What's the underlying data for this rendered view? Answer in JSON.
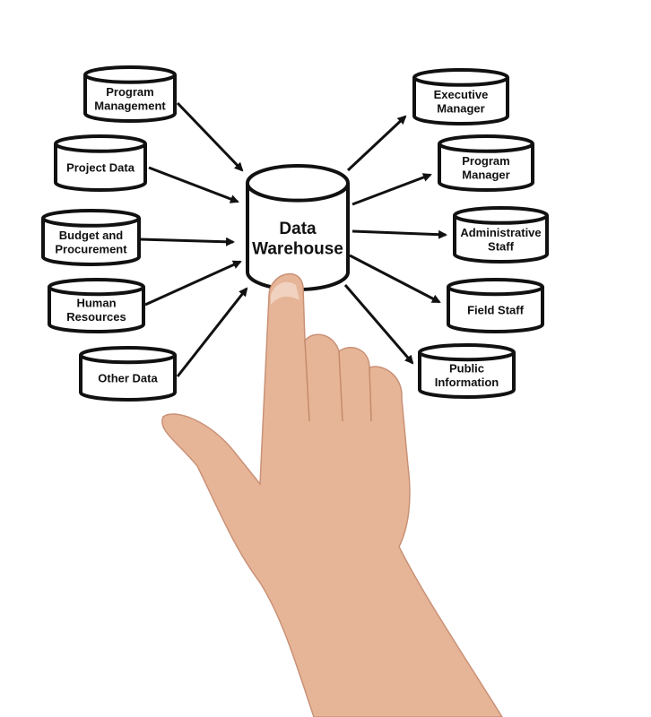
{
  "center": {
    "line1": "Data",
    "line2": "Warehouse"
  },
  "sources": [
    {
      "lines": [
        "Program",
        "Management"
      ]
    },
    {
      "lines": [
        "Project Data"
      ]
    },
    {
      "lines": [
        "Budget and",
        "Procurement"
      ]
    },
    {
      "lines": [
        "Human",
        "Resources"
      ]
    },
    {
      "lines": [
        "Other Data"
      ]
    }
  ],
  "consumers": [
    {
      "lines": [
        "Executive",
        "Manager"
      ]
    },
    {
      "lines": [
        "Program",
        "Manager"
      ]
    },
    {
      "lines": [
        "Administrative",
        "Staff"
      ]
    },
    {
      "lines": [
        "Field Staff"
      ]
    },
    {
      "lines": [
        "Public",
        "Information"
      ]
    }
  ],
  "colors": {
    "stroke": "#111111",
    "skin": "#e8b89a",
    "skin_shadow": "#c98e70"
  }
}
